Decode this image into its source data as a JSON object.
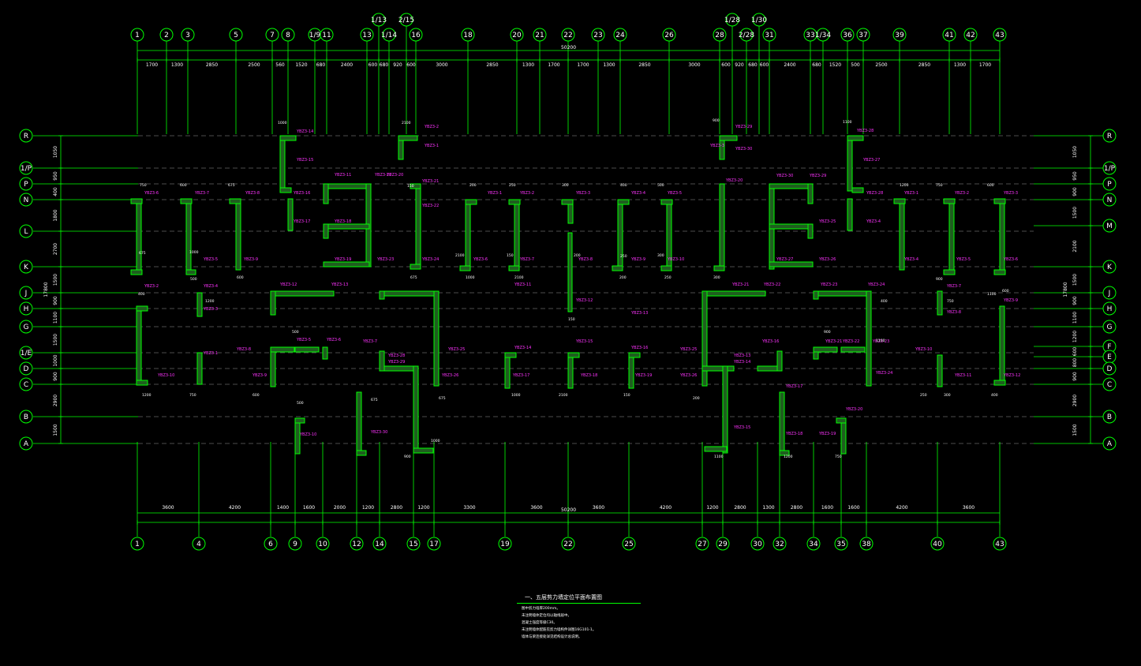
{
  "drawing": {
    "title": "一、五层剪力墙定位平面布置图",
    "notes": [
      "图中剪力墙厚200mm。",
      "未注明墙体定位均以轴线居中。",
      "混凝土强度等级C30。",
      "未注明墙体配筋见剪力墙构件详图16G101-1。",
      "墙体与梁连接处详见结构设计总说明。"
    ],
    "colors": {
      "background": "#000000",
      "axis": "#00ff00",
      "bubble_text": "#ffffff",
      "wall_tag": "#ff33ff",
      "wall_dim": "#ffff00"
    },
    "top_axes": [
      "1",
      "2",
      "3",
      "5",
      "7",
      "8",
      "1/9",
      "11",
      "13",
      "1/13",
      "1/14",
      "2/15",
      "16",
      "18",
      "20",
      "21",
      "22",
      "23",
      "24",
      "26",
      "28",
      "1/28",
      "2/28",
      "1/30",
      "31",
      "33",
      "1/34",
      "36",
      "37",
      "39",
      "41",
      "42",
      "43"
    ],
    "bottom_axes": [
      "1",
      "4",
      "6",
      "9",
      "10",
      "12",
      "14",
      "15",
      "17",
      "19",
      "22",
      "25",
      "27",
      "29",
      "30",
      "32",
      "34",
      "35",
      "38",
      "40",
      "43"
    ],
    "left_axes": [
      "R",
      "1/P",
      "P",
      "N",
      "L",
      "K",
      "J",
      "H",
      "G",
      "1/E",
      "D",
      "C",
      "B",
      "A"
    ],
    "right_axes": [
      "R",
      "1/P",
      "P",
      "N",
      "M",
      "K",
      "J",
      "H",
      "G",
      "F",
      "E",
      "D",
      "C",
      "B",
      "A"
    ],
    "top_total": "50200",
    "bottom_total": "50200",
    "top_dims": [
      "1700",
      "1300",
      "2850",
      "2500",
      "560",
      "1520",
      "680",
      "2400",
      "600",
      "680",
      "920",
      "600",
      "3000",
      "2850",
      "1300",
      "1700",
      "1700",
      "1300",
      "2850",
      "3000",
      "600",
      "920",
      "680",
      "600",
      "2400",
      "680",
      "1520",
      "500",
      "2500",
      "2850",
      "1300",
      "1700"
    ],
    "bottom_dims": [
      "3600",
      "4200",
      "1400",
      "1600",
      "2000",
      "1200",
      "2800",
      "1200",
      "3300",
      "3600",
      "3600",
      "4200",
      "1200",
      "2800",
      "1300",
      "2800",
      "1600",
      "1600",
      "4200",
      "3600"
    ],
    "left_total": "17800",
    "left_dims": [
      "1050",
      "950",
      "400",
      "1800",
      "2700",
      "1500",
      "900",
      "1100",
      "1500",
      "1000",
      "900",
      "2900",
      "1500"
    ],
    "right_total": "17800",
    "right_dims": [
      "1050",
      "950",
      "900",
      "1500",
      "2100",
      "1500",
      "900",
      "1100",
      "1200",
      "600",
      "800",
      "900",
      "2900",
      "1500"
    ],
    "wall_tags": [
      "YBZ3-1",
      "YBZ3-2",
      "YBZ3-3",
      "YBZ3-4",
      "YBZ3-5",
      "YBZ3-6",
      "YBZ3-7",
      "YBZ3-8",
      "YBZ3-9",
      "YBZ3-10",
      "YBZ3-11",
      "YBZ3-12",
      "YBZ3-13",
      "YBZ3-14",
      "YBZ3-15",
      "YBZ3-16",
      "YBZ3-17",
      "YBZ3-18",
      "YBZ3-19",
      "YBZ3-20",
      "YBZ3-21",
      "YBZ3-22",
      "YBZ3-23",
      "YBZ3-24",
      "YBZ3-25",
      "YBZ3-26",
      "YBZ3-27",
      "YBZ3-28",
      "YBZ3-29",
      "YBZ3-30"
    ],
    "wall_dims": [
      "750",
      "600",
      "675",
      "1000",
      "2100",
      "150",
      "200",
      "250",
      "300",
      "400",
      "500",
      "900",
      "1100",
      "1200"
    ]
  }
}
